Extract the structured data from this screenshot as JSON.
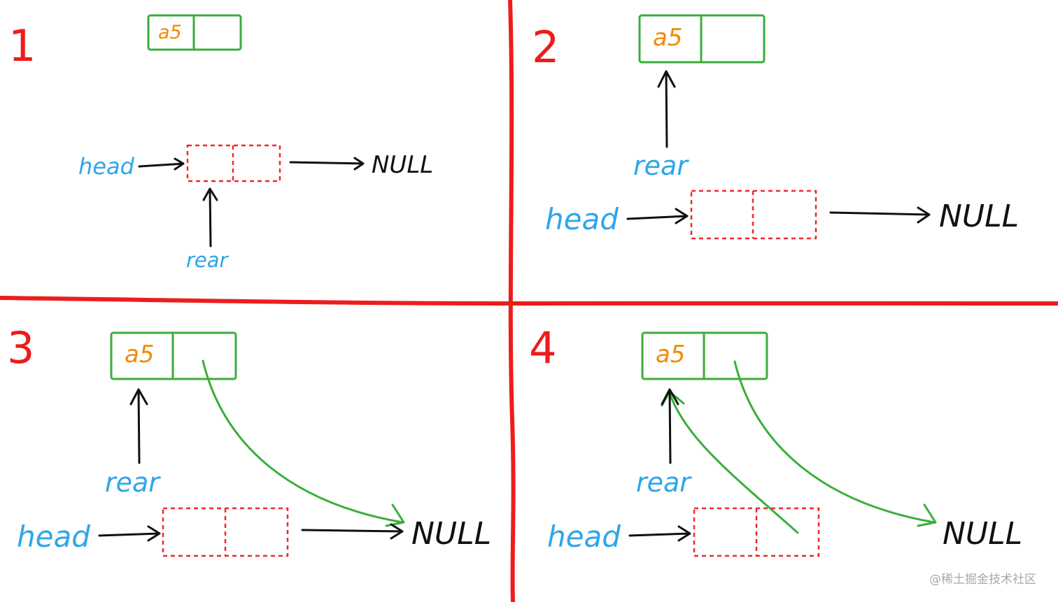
{
  "panels": [
    {
      "number": "1",
      "labels": {
        "head": "head",
        "rear": "rear",
        "null": "NULL",
        "value": "a5"
      }
    },
    {
      "number": "2",
      "labels": {
        "head": "head",
        "rear": "rear",
        "null": "NULL",
        "value": "a5"
      }
    },
    {
      "number": "3",
      "labels": {
        "head": "head",
        "rear": "rear",
        "null": "NULL",
        "value": "a5"
      }
    },
    {
      "number": "4",
      "labels": {
        "head": "head",
        "rear": "rear",
        "null": "NULL",
        "value": "a5"
      }
    }
  ],
  "watermark": "@稀土掘金技术社区",
  "colors": {
    "divider": "#ee1c1c",
    "label": "#2ea6e8",
    "node_new": "#3aae3a",
    "node_head": "#ee2a2a",
    "value": "#f08a00"
  }
}
